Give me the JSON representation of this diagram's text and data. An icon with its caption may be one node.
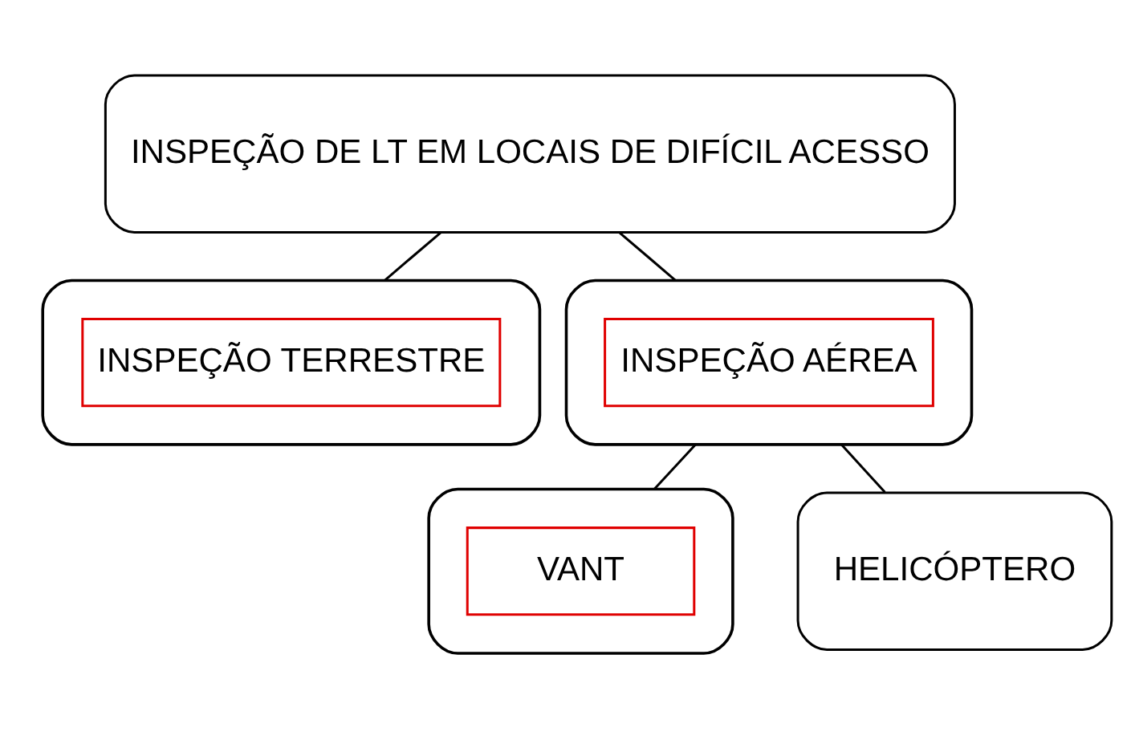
{
  "diagram": {
    "nodes": [
      {
        "text": [
          "INSPEÇÃO DE LT EM LOCAIS DE DIFÍCIL ACESSO"
        ]
      },
      {
        "text": [],
        "shape": "box"
      },
      {
        "text": [
          "INSPEÇÃO TERRESTRE"
        ],
        "in": 1
      },
      {
        "text": [],
        "shape": "box"
      },
      {
        "text": [
          "INSPEÇÃO AÉREA"
        ],
        "in": 3
      },
      {
        "text": [],
        "shape": "box"
      },
      {
        "text": [
          "VANT"
        ],
        "in": 5
      },
      {
        "text": [
          "HELICÓPTERO"
        ]
      }
    ],
    "edges": [
      {
        "from": 0,
        "to": 1,
        "arrow": "none"
      },
      {
        "from": 0,
        "to": 3,
        "arrow": "none"
      },
      {
        "from": 3,
        "to": 5,
        "arrow": "none"
      },
      {
        "from": 3,
        "to": 7,
        "arrow": "none"
      }
    ]
  }
}
